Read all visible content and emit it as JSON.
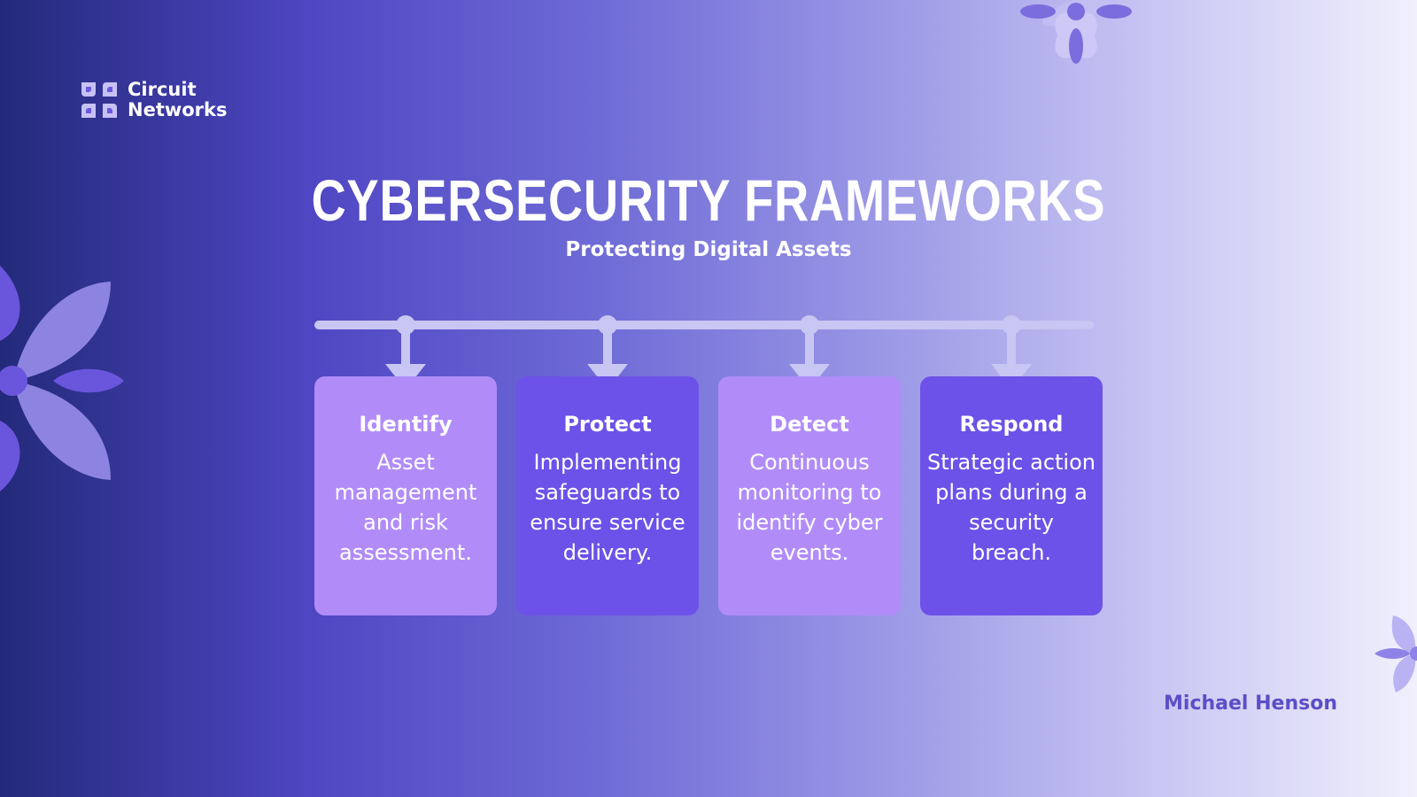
{
  "brand": {
    "line1": "Circuit",
    "line2": "Networks"
  },
  "title": "CYBERSECURITY FRAMEWORKS",
  "subtitle": "Protecting Digital Assets",
  "steps": [
    {
      "title": "Identify",
      "description": "Asset management and risk assessment.",
      "color": "#b18cf9"
    },
    {
      "title": "Protect",
      "description": "Implementing safeguards to ensure service delivery.",
      "color": "#6c52e8"
    },
    {
      "title": "Detect",
      "description": "Continuous monitoring to identify cyber events.",
      "color": "#b18cf9"
    },
    {
      "title": "Respond",
      "description": "Strategic action plans during a security breach.",
      "color": "#6c52e8"
    }
  ],
  "author": "Michael Henson",
  "colors": {
    "accent_light": "#b18cf9",
    "accent_dark": "#6c52e8",
    "line": "#c8c6f2",
    "author_text": "#5b4fc7"
  }
}
